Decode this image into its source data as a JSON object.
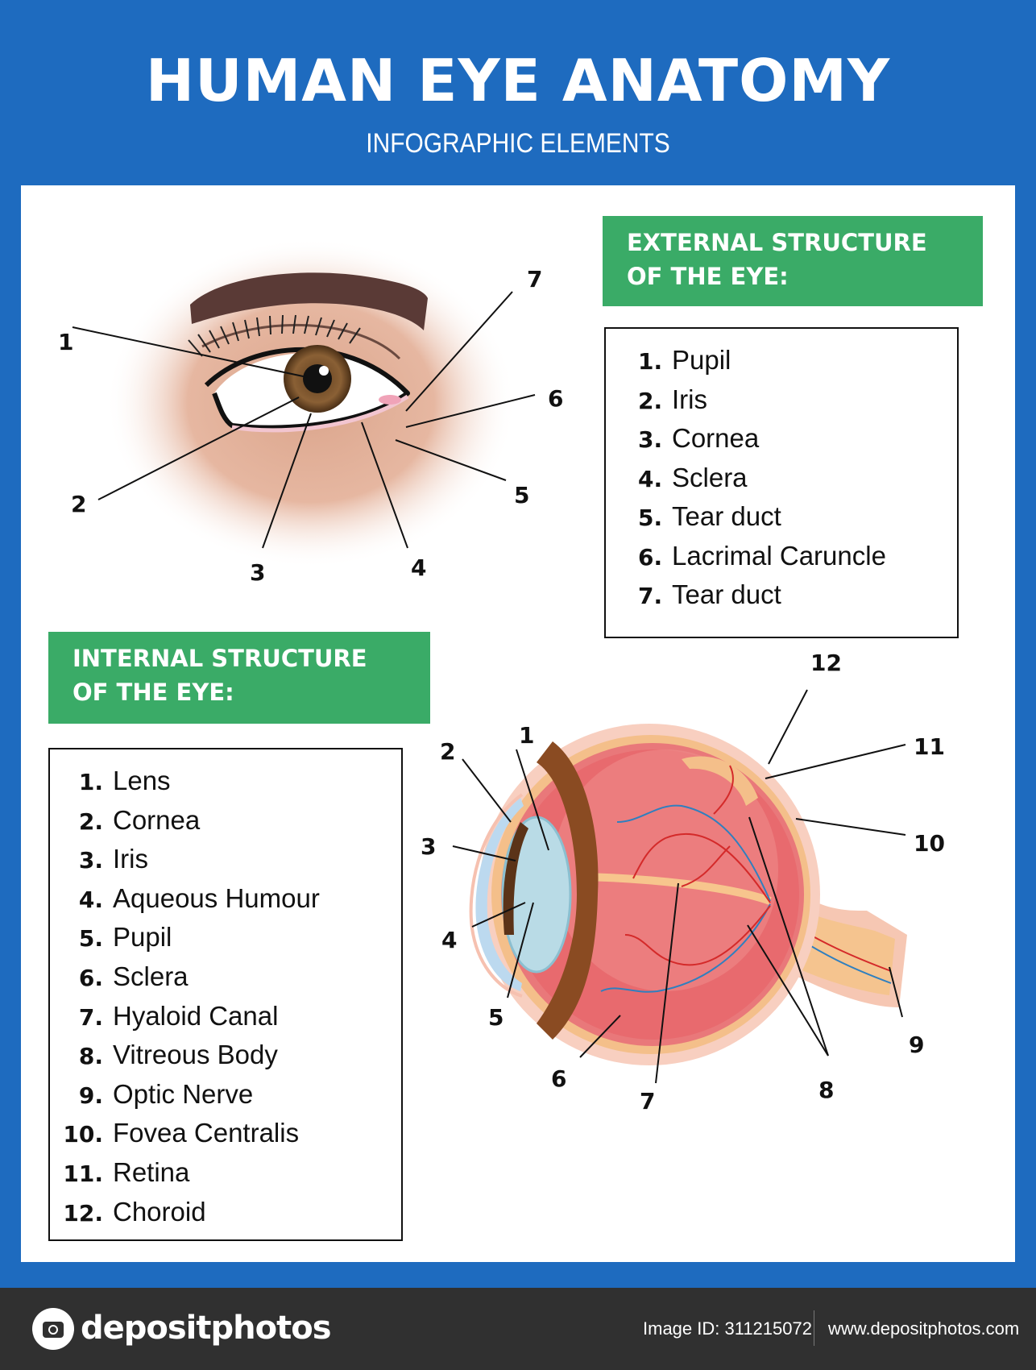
{
  "header": {
    "title": "HUMAN EYE ANATOMY",
    "subtitle": "INFOGRAPHIC ELEMENTS"
  },
  "external": {
    "heading_line1": "EXTERNAL STRUCTURE",
    "heading_line2": "OF THE EYE:",
    "items": [
      {
        "num": "1.",
        "label": "Pupil"
      },
      {
        "num": "2.",
        "label": "Iris"
      },
      {
        "num": "3.",
        "label": "Cornea"
      },
      {
        "num": "4.",
        "label": "Sclera"
      },
      {
        "num": "5.",
        "label": "Tear duct"
      },
      {
        "num": "6.",
        "label": "Lacrimal Caruncle"
      },
      {
        "num": "7.",
        "label": "Tear duct"
      }
    ],
    "callouts": [
      "1",
      "2",
      "3",
      "4",
      "5",
      "6",
      "7"
    ]
  },
  "internal": {
    "heading_line1": "INTERNAL STRUCTURE",
    "heading_line2": "OF THE EYE:",
    "items": [
      {
        "num": "1.",
        "label": "Lens"
      },
      {
        "num": "2.",
        "label": "Cornea"
      },
      {
        "num": "3.",
        "label": "Iris"
      },
      {
        "num": "4.",
        "label": "Aqueous Humour"
      },
      {
        "num": "5.",
        "label": "Pupil"
      },
      {
        "num": "6.",
        "label": "Sclera"
      },
      {
        "num": "7.",
        "label": "Hyaloid Canal"
      },
      {
        "num": "8.",
        "label": "Vitreous Body"
      },
      {
        "num": "9.",
        "label": "Optic Nerve"
      },
      {
        "num": "10.",
        "label": "Fovea Centralis"
      },
      {
        "num": "11.",
        "label": "Retina"
      },
      {
        "num": "12.",
        "label": "Choroid"
      }
    ],
    "callouts": [
      "1",
      "2",
      "3",
      "4",
      "5",
      "6",
      "7",
      "8",
      "9",
      "10",
      "11",
      "12"
    ]
  },
  "footer": {
    "logo": "depositphotos",
    "image_id": "Image ID: 311215072",
    "site": "www.depositphotos.com"
  },
  "colors": {
    "frame_blue": "#1e6bbf",
    "heading_green": "#3aab67",
    "footer_dark": "#303030"
  }
}
